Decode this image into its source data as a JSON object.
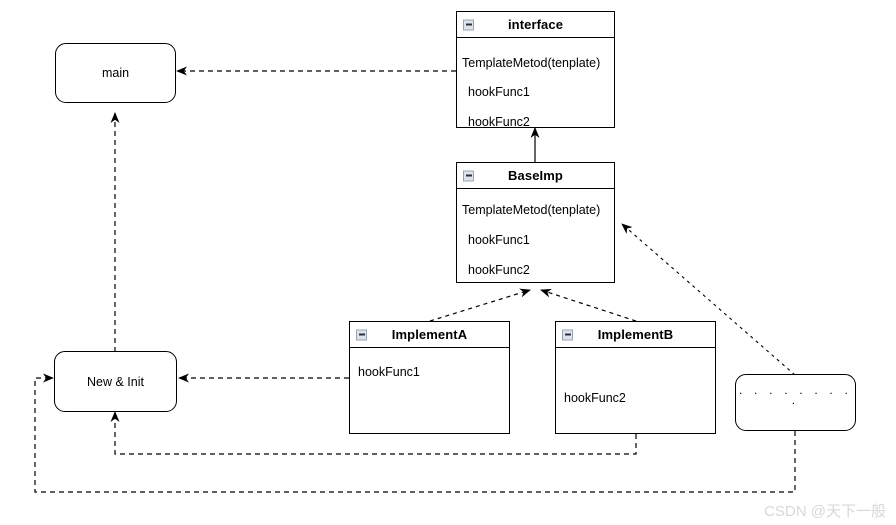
{
  "diagram": {
    "title": "Template Method pattern class diagram",
    "watermark": "CSDN @天下一般",
    "colors": {
      "stroke": "#000000",
      "background": "#ffffff",
      "collapse_icon_fill": "#dde3ec",
      "watermark": "#d8d8d8"
    },
    "classes": [
      {
        "id": "interface",
        "name": "interface",
        "collapse_icon": "collapse-minus-icon",
        "members": [
          "TemplateMetod(tenplate)",
          "hookFunc1",
          "hookFunc2"
        ]
      },
      {
        "id": "baseimp",
        "name": "BaseImp",
        "collapse_icon": "collapse-minus-icon",
        "members": [
          "TemplateMetod(tenplate)",
          "hookFunc1",
          "hookFunc2"
        ]
      },
      {
        "id": "implementa",
        "name": "ImplementA",
        "collapse_icon": "collapse-minus-icon",
        "members": [
          "hookFunc1"
        ]
      },
      {
        "id": "implementb",
        "name": "ImplementB",
        "collapse_icon": "collapse-minus-icon",
        "members": [
          "hookFunc2"
        ]
      }
    ],
    "nodes": [
      {
        "id": "main",
        "label": "main"
      },
      {
        "id": "newinit",
        "label": "New & Init"
      },
      {
        "id": "more",
        "label": ". . . . . . . . ."
      }
    ]
  }
}
